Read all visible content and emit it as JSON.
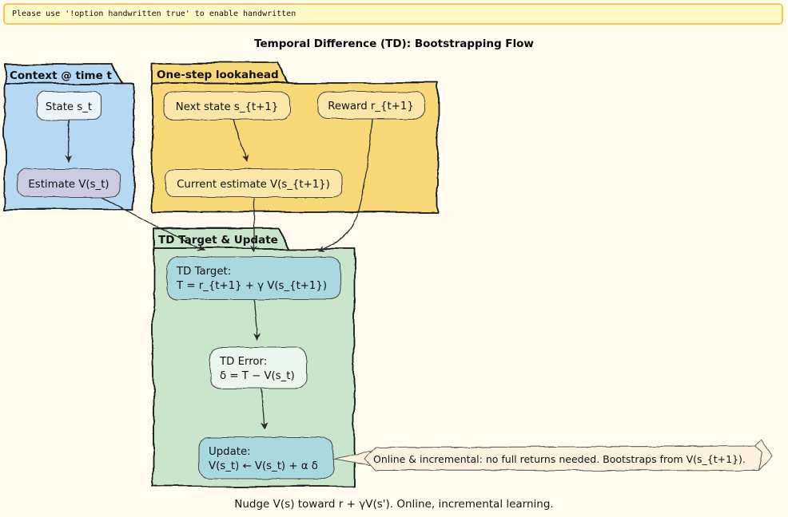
{
  "banner": {
    "text": "Please use '!option handwritten true' to enable handwritten"
  },
  "title": "Temporal Difference (TD): Bootstrapping Flow",
  "caption": "Nudge V(s) toward r + γV(s'). Online, incremental learning.",
  "colors": {
    "page_bg": "#fffcef",
    "banner_bg": "#fff9c8",
    "banner_border": "#eec95d",
    "edge": "#2b2b2b",
    "cluster_border": "#141414",
    "node_border": "#4d4d4d"
  },
  "clusters": {
    "context": {
      "label": "Context @ time t",
      "fill": "#b5d8f3"
    },
    "lookahead": {
      "label": "One-step lookahead",
      "fill": "#f9d877"
    },
    "target_update": {
      "label": "TD Target & Update",
      "fill": "#c9e6cd"
    }
  },
  "nodes": {
    "state": {
      "label": "State s_t",
      "fill": "#ecf4fb"
    },
    "estimate": {
      "label": "Estimate V(s_t)",
      "fill": "#cbcbe2"
    },
    "next_state": {
      "label": "Next state s_{t+1}",
      "fill": "#fbe8a8"
    },
    "reward": {
      "label": "Reward r_{t+1}",
      "fill": "#fbe8a8"
    },
    "current_estimate": {
      "label": "Current estimate V(s_{t+1})",
      "fill": "#fbe8a8"
    },
    "td_target": {
      "line1": "TD Target:",
      "line2": "T = r_{t+1} + γ V(s_{t+1})",
      "fill": "#a9d8df"
    },
    "td_error": {
      "line1": "TD Error:",
      "line2": "δ = T − V(s_t)",
      "fill": "#ebf6ef"
    },
    "update": {
      "line1": "Update:",
      "line2": "V(s_t) ← V(s_t) + α δ",
      "fill": "#a9d8df"
    }
  },
  "note": {
    "text": "Online & incremental: no full returns needed. Bootstraps from V(s_{t+1}).",
    "fill": "#fdf2df",
    "border": "#5f5f5f"
  }
}
